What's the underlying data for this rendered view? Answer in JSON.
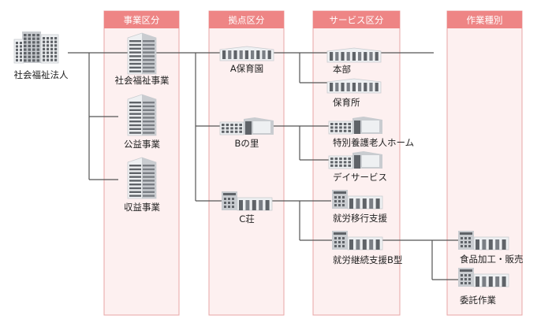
{
  "colors": {
    "column_fill": "#fdf0f0",
    "column_border": "#e8a5a5",
    "header_fill": "#ee8585",
    "header_text": "#ffffff",
    "connector": "#555555",
    "building_dark": "#5f6368",
    "building_light": "#c9ccd0",
    "building_pale": "#eef0f2",
    "text": "#222222"
  },
  "columns": [
    {
      "id": "business",
      "label": "事業区分"
    },
    {
      "id": "site",
      "label": "拠点区分"
    },
    {
      "id": "service",
      "label": "サービス区分"
    },
    {
      "id": "work",
      "label": "作業種別"
    }
  ],
  "nodes": [
    {
      "id": "corp",
      "label": "社会福祉法人",
      "icon": "office-building-icon"
    },
    {
      "id": "biz-social",
      "label": "社会福祉事業",
      "icon": "tower-building-icon"
    },
    {
      "id": "biz-public",
      "label": "公益事業",
      "icon": "tower-building-icon"
    },
    {
      "id": "biz-profit",
      "label": "収益事業",
      "icon": "tower-building-icon"
    },
    {
      "id": "site-a",
      "label": "A保育園",
      "icon": "low-building-icon"
    },
    {
      "id": "site-b",
      "label": "Bの里",
      "icon": "wing-building-icon"
    },
    {
      "id": "site-c",
      "label": "C荘",
      "icon": "factory-building-icon"
    },
    {
      "id": "svc-hq",
      "label": "本部",
      "icon": "low-building-icon"
    },
    {
      "id": "svc-nursery",
      "label": "保育所",
      "icon": "low-building-icon"
    },
    {
      "id": "svc-elderly",
      "label": "特別養護老人ホーム",
      "icon": "wing-building-icon"
    },
    {
      "id": "svc-day",
      "label": "デイサービス",
      "icon": "wing-building-icon"
    },
    {
      "id": "svc-transition",
      "label": "就労移行支援",
      "icon": "factory-building-icon"
    },
    {
      "id": "svc-continuation",
      "label": "就労継続支援B型",
      "icon": "factory-building-icon"
    },
    {
      "id": "work-food",
      "label": "食品加工・販売",
      "icon": "factory-building-icon"
    },
    {
      "id": "work-consign",
      "label": "委託作業",
      "icon": "factory-building-icon"
    }
  ]
}
